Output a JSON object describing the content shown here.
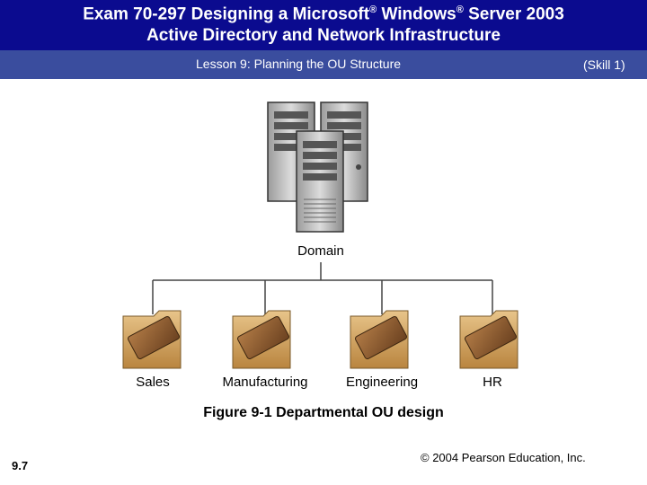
{
  "slide": {
    "title_part1": "Exam 70-297 Designing a Microsoft",
    "title_reg1": "®",
    "title_part2": " Windows",
    "title_reg2": "®",
    "title_part3": " Server 2003",
    "title_line2": "Active Directory and Network Infrastructure",
    "lesson": "Lesson 9: Planning the OU Structure",
    "skill": "(Skill 1)",
    "caption": "Figure 9-1 Departmental OU design",
    "copyright": "© 2004 Pearson Education, Inc.",
    "page_number": "9.7"
  },
  "diagram": {
    "root_label": "Domain",
    "ous": [
      {
        "label": "Sales"
      },
      {
        "label": "Manufacturing"
      },
      {
        "label": "Engineering"
      },
      {
        "label": "HR"
      }
    ]
  },
  "colors": {
    "title_band": "#0b0b8f",
    "sub_band": "#3a4d9e",
    "folder_tan": "#cc9a55",
    "book_brown": "#8b5a2b"
  }
}
